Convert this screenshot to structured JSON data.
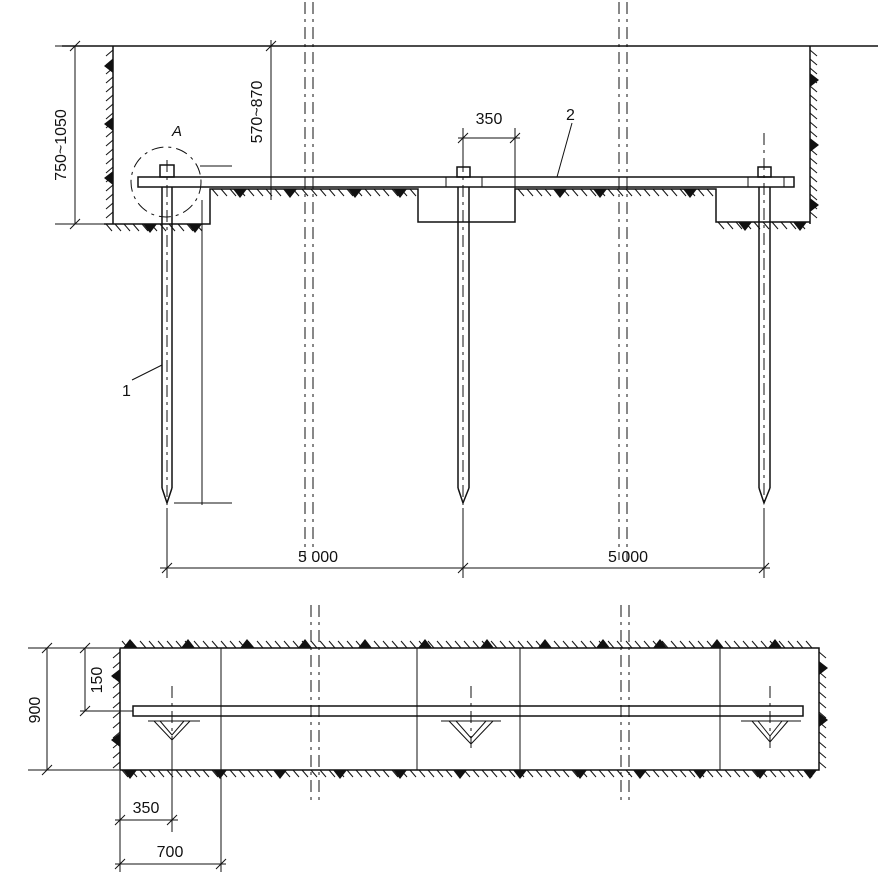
{
  "elevation": {
    "dimensions": {
      "depth_range": "750~1050",
      "pipe_height_range": "570~870",
      "clamp_width": "350",
      "span_left": "5 000",
      "span_right": "5 000"
    },
    "labels": {
      "detail": "A",
      "stake": "1",
      "beam": "2"
    }
  },
  "plan": {
    "dimensions": {
      "trench_width": "900",
      "beam_offset": "150",
      "stake_offset": "350",
      "bay_width": "700"
    }
  }
}
